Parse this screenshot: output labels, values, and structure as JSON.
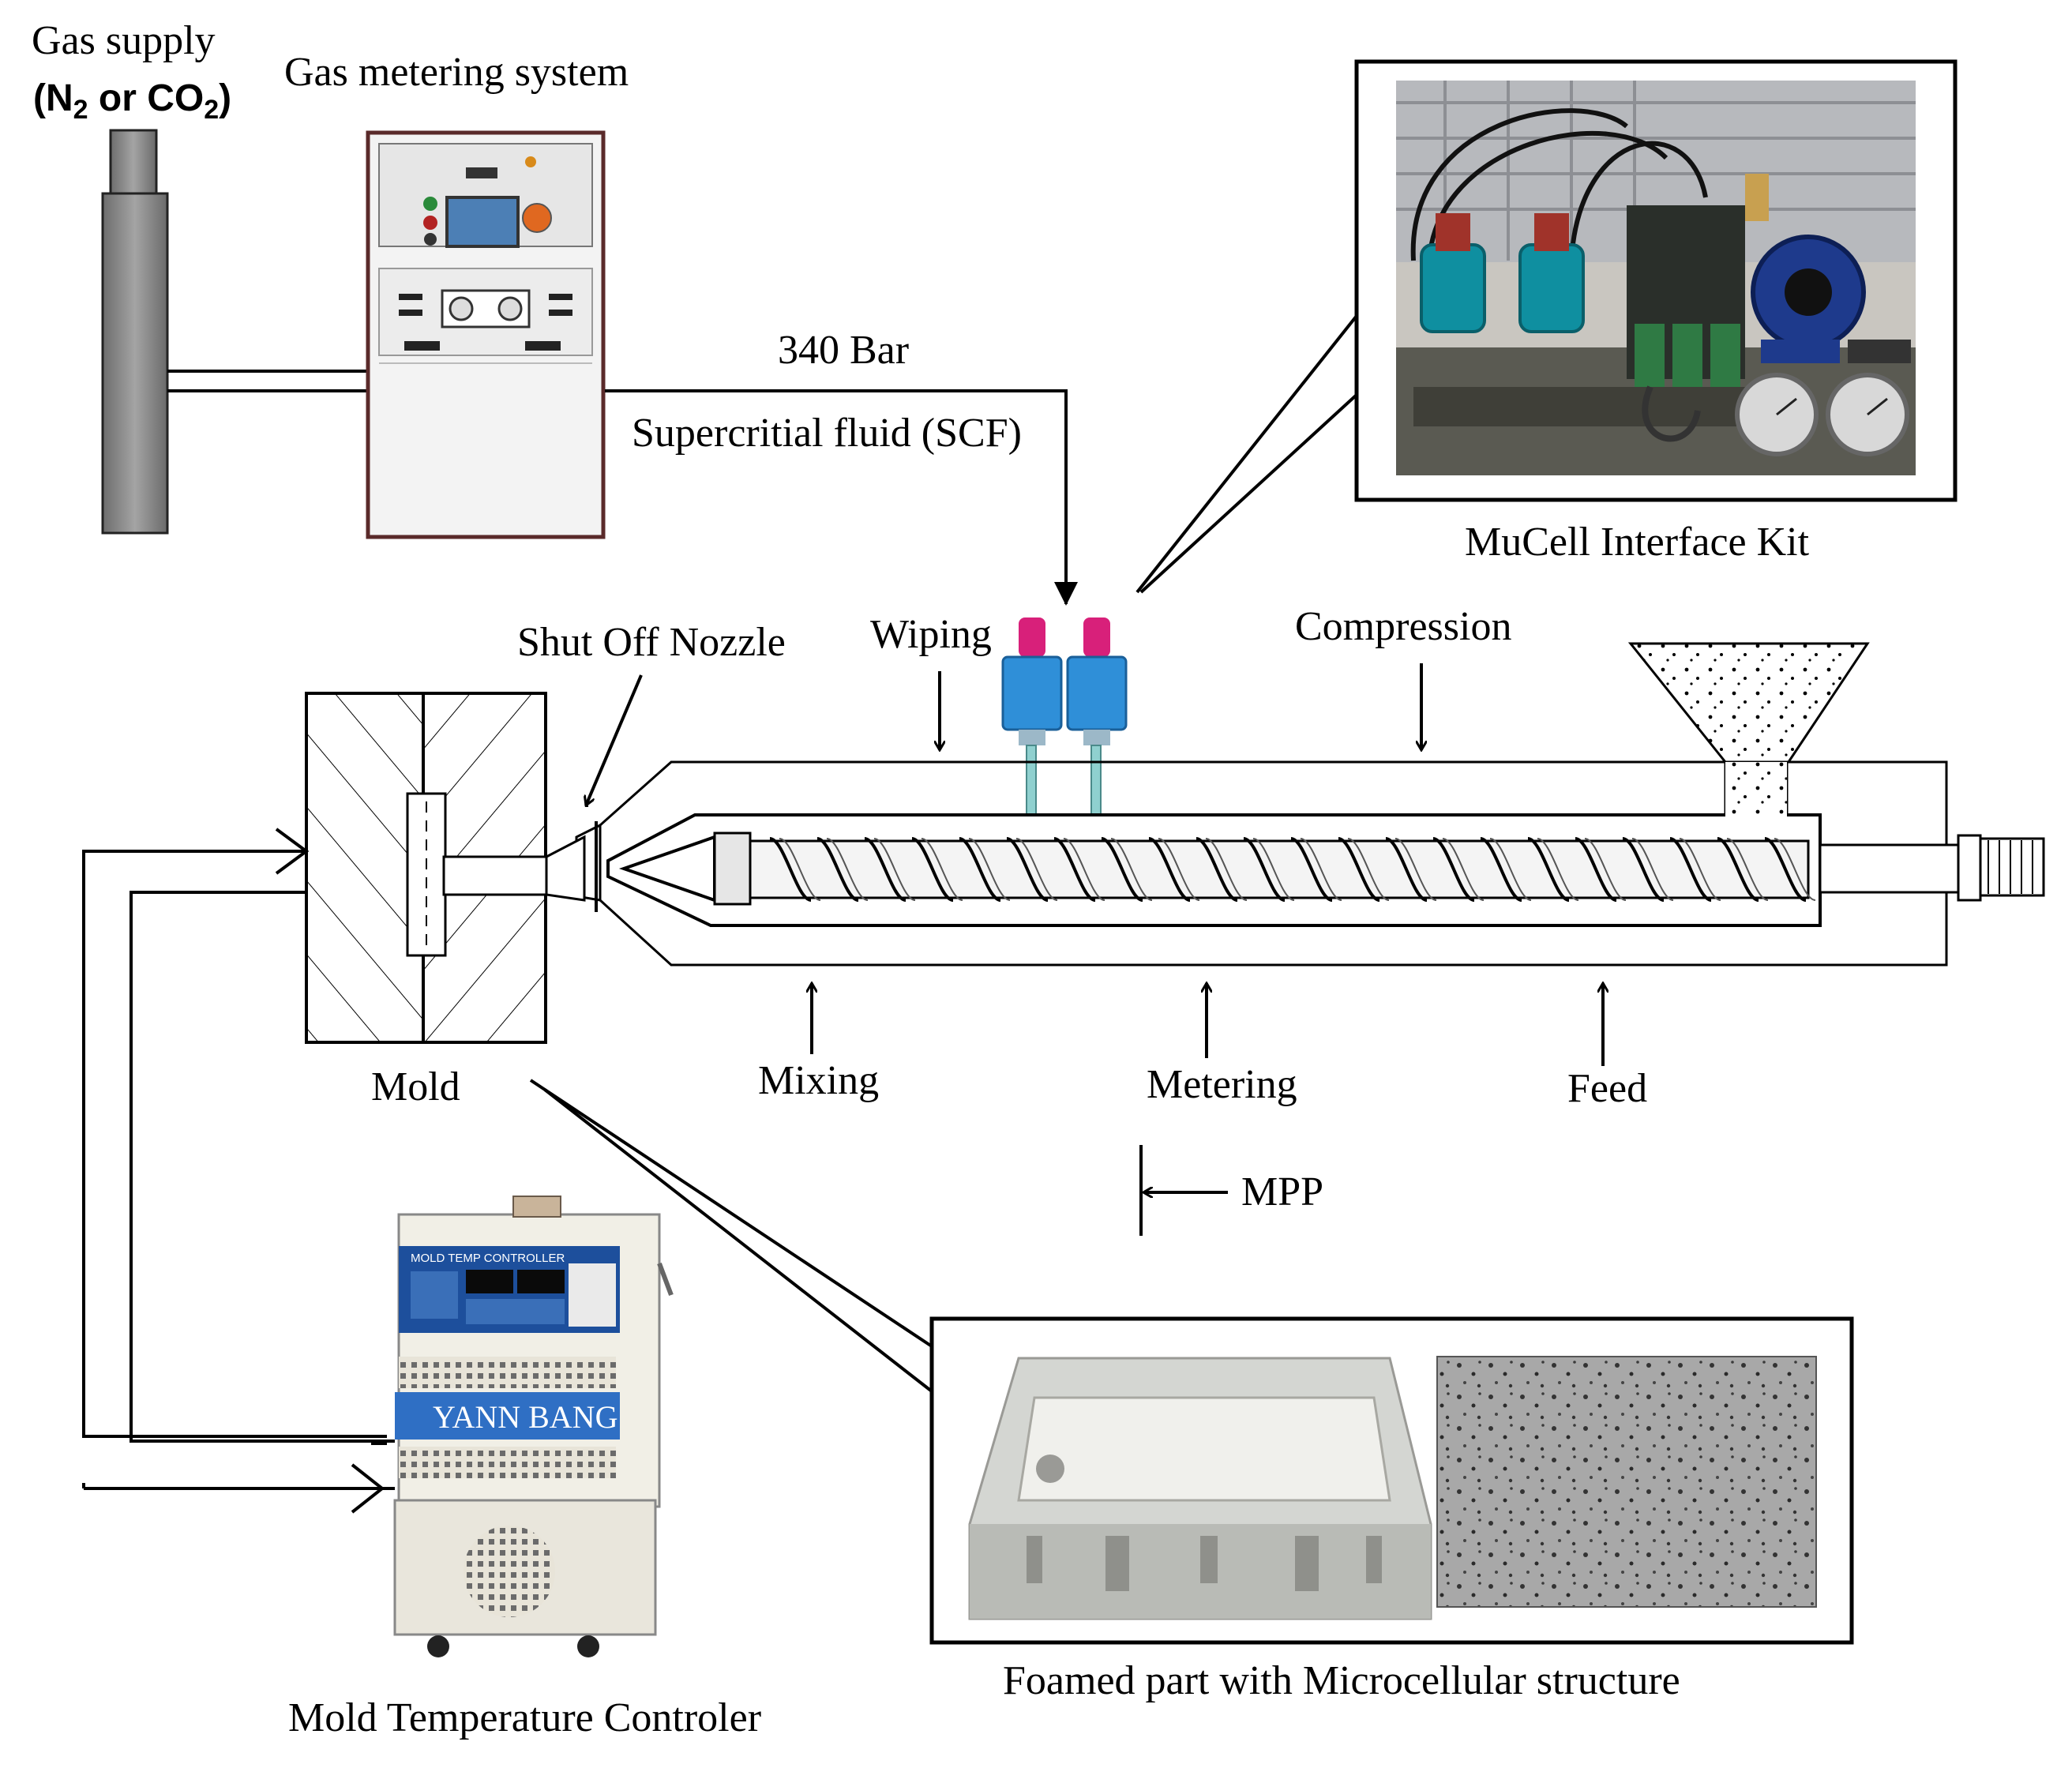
{
  "gas_supply": {
    "title": "Gas supply",
    "subtitle_prefix": "(N",
    "sub1": "2",
    "mid": " or CO",
    "sub2": "2",
    "suffix": ")"
  },
  "gas_metering": {
    "title": "Gas metering system"
  },
  "scf_line": {
    "pressure": "340 Bar",
    "fluid": "Supercritial fluid (SCF)"
  },
  "mucell": {
    "caption": "MuCell Interface Kit"
  },
  "barrel_labels": {
    "shut_off": "Shut Off Nozzle",
    "wiping": "Wiping",
    "compression": "Compression",
    "mixing": "Mixing",
    "metering": "Metering",
    "feed": "Feed",
    "mpp": "MPP"
  },
  "mold": {
    "label": "Mold"
  },
  "temp_controller": {
    "caption": "Mold Temperature Controler",
    "brand": "YANN BANG",
    "panel_title": "MOLD TEMP CONTROLLER"
  },
  "foamed": {
    "caption": "Foamed part with Microcellular structure"
  },
  "colors": {
    "cylinder": "#8c8c8c",
    "cabinet": "#f1f1f1",
    "cabinet_border": "#5a2a2a",
    "injector_blue": "#2f8fd8",
    "injector_pink": "#d8207a",
    "teal_pipe": "#8fd0cf",
    "brand_banner": "#2f6fc4",
    "panel_blue": "#1d4f9c"
  }
}
